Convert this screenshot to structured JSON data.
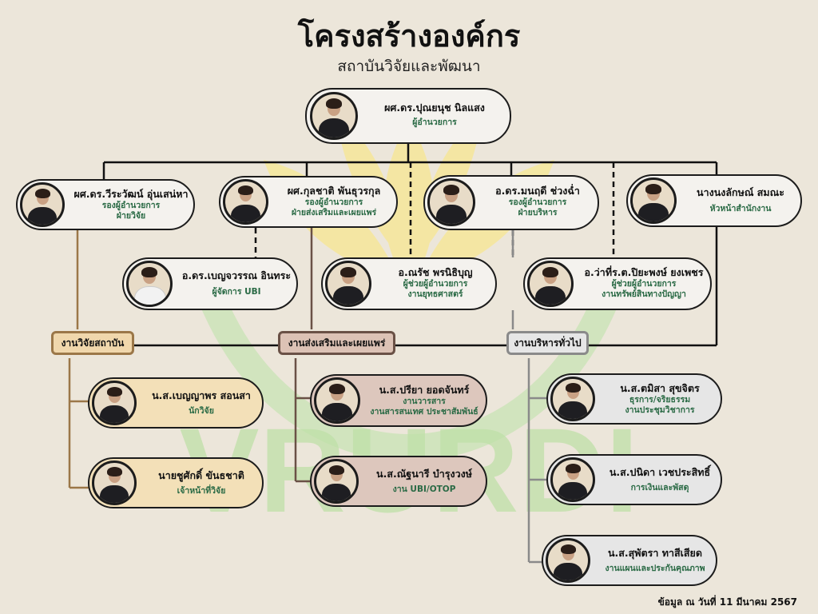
{
  "title": "โครงสร้างองค์กร",
  "subtitle": "สถาบันวิจัยและพัฒนา",
  "watermark": "VRURDI",
  "colors": {
    "background": "#ece6da",
    "watermark_yellow": "#f6e79a",
    "watermark_green": "#bfe0a8",
    "role_text": "#2a6a45"
  },
  "director": {
    "name": "ผศ.ดร.ปุณยนุช นิลแสง",
    "role": "ผู้อำนวยการ",
    "photo": "person-photo"
  },
  "deputies": [
    {
      "name": "ผศ.ดร.วีระวัฒน์ อุ่นเสน่หา",
      "role": "รองผู้อำนวยการ",
      "role2": "ฝ่ายวิจัย"
    },
    {
      "name": "ผศ.กุลชาติ พันธุวรกุล",
      "role": "รองผู้อำนวยการ",
      "role2": "ฝ่ายส่งเสริมและเผยแพร่"
    },
    {
      "name": "อ.ดร.มนฤดี ช่วงฉ่ำ",
      "role": "รองผู้อำนวยการ",
      "role2": "ฝ่ายบริหาร"
    },
    {
      "name": "นางนงลักษณ์ สมณะ",
      "role": "หัวหน้าสำนักงาน",
      "role2": ""
    }
  ],
  "assistants": [
    {
      "name": "อ.ดร.เบญจวรรณ อินทระ",
      "role": "ผู้จัดการ UBI",
      "role2": ""
    },
    {
      "name": "อ.ณรัช พรนิธิบุญ",
      "role": "ผู้ช่วยผู้อำนวยการ",
      "role2": "งานยุทธศาสตร์"
    },
    {
      "name": "อ.ว่าที่ร.ต.ปิยะพงษ์ ยงเพชร",
      "role": "ผู้ช่วยผู้อำนวยการ",
      "role2": "งานทรัพย์สินทางปัญญา"
    }
  ],
  "departments": [
    {
      "label": "งานวิจัยสถาบัน"
    },
    {
      "label": "งานส่งเสริมและเผยแพร่"
    },
    {
      "label": "งานบริหารทั่วไป"
    }
  ],
  "staff": [
    {
      "name": "น.ส.เบญญาพร สอนสา",
      "role": "นักวิจัย",
      "role2": ""
    },
    {
      "name": "นายชูศักดิ์ ขันธชาติ",
      "role": "เจ้าหน้าที่วิจัย",
      "role2": ""
    },
    {
      "name": "น.ส.ปรียา ยอดจันทร์",
      "role": "งานวารสาร",
      "role2": "งานสารสนเทศ ประชาสัมพันธ์"
    },
    {
      "name": "น.ส.ณัฐนารี บำรุงวงษ์",
      "role": "งาน UBI/OTOP",
      "role2": ""
    },
    {
      "name": "น.ส.ตมิสา สุขจิตร",
      "role": "ธุรการ/จริยธรรม",
      "role2": "งานประชุมวิชาการ"
    },
    {
      "name": "น.ส.ปนิดา เวชประสิทธิ์",
      "role": "การเงินและพัสดุ",
      "role2": ""
    },
    {
      "name": "น.ส.สุพัตรา ทาสีเสียด",
      "role": "งานแผนและประกันคุณภาพ",
      "role2": ""
    }
  ],
  "footer": "ข้อมูล ณ วันที่ 11 มีนาคม 2567"
}
